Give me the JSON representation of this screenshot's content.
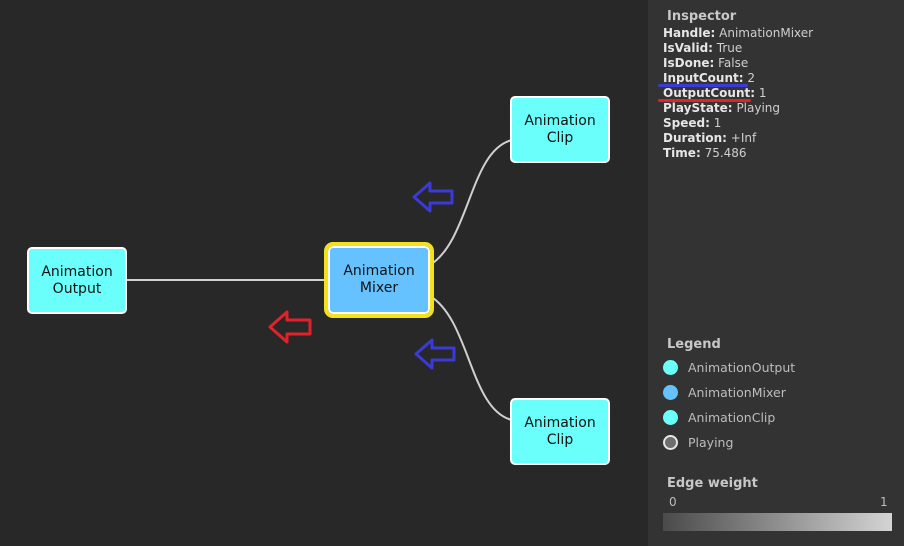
{
  "graph": {
    "nodes": {
      "output": {
        "label": "Animation\nOutput",
        "color": "#6afffa"
      },
      "mixer": {
        "label": "Animation\nMixer",
        "color": "#66c2ff",
        "selected": true,
        "selection_color": "#f4e11e"
      },
      "clip_top": {
        "label": "Animation\nClip",
        "color": "#6afffa"
      },
      "clip_bottom": {
        "label": "Animation\nClip",
        "color": "#6afffa"
      }
    },
    "edge_color": "#d0d0d0",
    "annotation_arrows": {
      "input_color": "#3a3ad6",
      "output_color": "#e2222a"
    }
  },
  "inspector": {
    "title": "Inspector",
    "rows": [
      {
        "key": "Handle:",
        "value": "AnimationMixer"
      },
      {
        "key": "IsValid:",
        "value": "True"
      },
      {
        "key": "IsDone:",
        "value": "False"
      },
      {
        "key": "InputCount:",
        "value": "2"
      },
      {
        "key": "OutputCount:",
        "value": "1"
      },
      {
        "key": "PlayState:",
        "value": "Playing"
      },
      {
        "key": "Speed:",
        "value": "1"
      },
      {
        "key": "Duration:",
        "value": "+Inf"
      },
      {
        "key": "Time:",
        "value": "75.486"
      }
    ],
    "highlights": {
      "input_count_color": "#3a3ad6",
      "output_count_color": "#e2222a"
    }
  },
  "legend": {
    "title": "Legend",
    "items": [
      {
        "label": "AnimationOutput",
        "color": "#6afffa"
      },
      {
        "label": "AnimationMixer",
        "color": "#66c2ff"
      },
      {
        "label": "AnimationClip",
        "color": "#6afffa"
      },
      {
        "label": "Playing",
        "color": "#6e6e6e",
        "border": "#e6e6e6"
      }
    ]
  },
  "edge_weight": {
    "title": "Edge weight",
    "min_label": "0",
    "max_label": "1"
  }
}
